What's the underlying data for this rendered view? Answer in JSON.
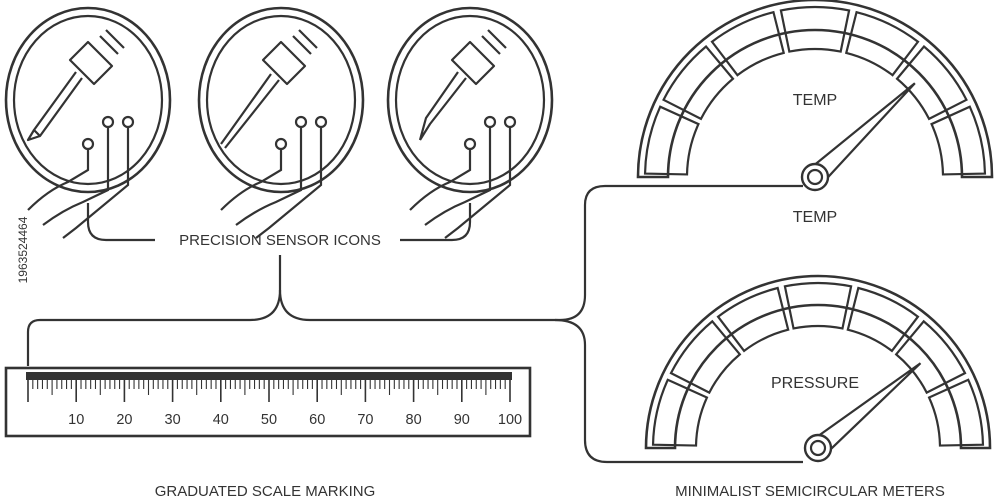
{
  "colors": {
    "ink": "#333333",
    "background": "#ffffff"
  },
  "icons": [
    {
      "name": "soldering-iron-sensor-icon"
    },
    {
      "name": "probe-sensor-icon"
    },
    {
      "name": "fork-probe-sensor-icon"
    }
  ],
  "captions": {
    "icons": "PRECISION SENSOR ICONS",
    "ruler": "GRADUATED SCALE MARKING",
    "meters": "MINIMALIST SEMICIRCULAR METERS"
  },
  "ruler": {
    "labels": [
      "10",
      "20",
      "30",
      "40",
      "50",
      "60",
      "70",
      "80",
      "90",
      "100"
    ]
  },
  "gauges": [
    {
      "inner_label": "TEMP",
      "outer_label": "TEMP",
      "segments": 7,
      "needle_value": 0.76
    },
    {
      "inner_label": "PRESSURE",
      "segments": 7,
      "needle_value": 0.78
    }
  ],
  "watermark": {
    "side_text": "1963524464"
  }
}
